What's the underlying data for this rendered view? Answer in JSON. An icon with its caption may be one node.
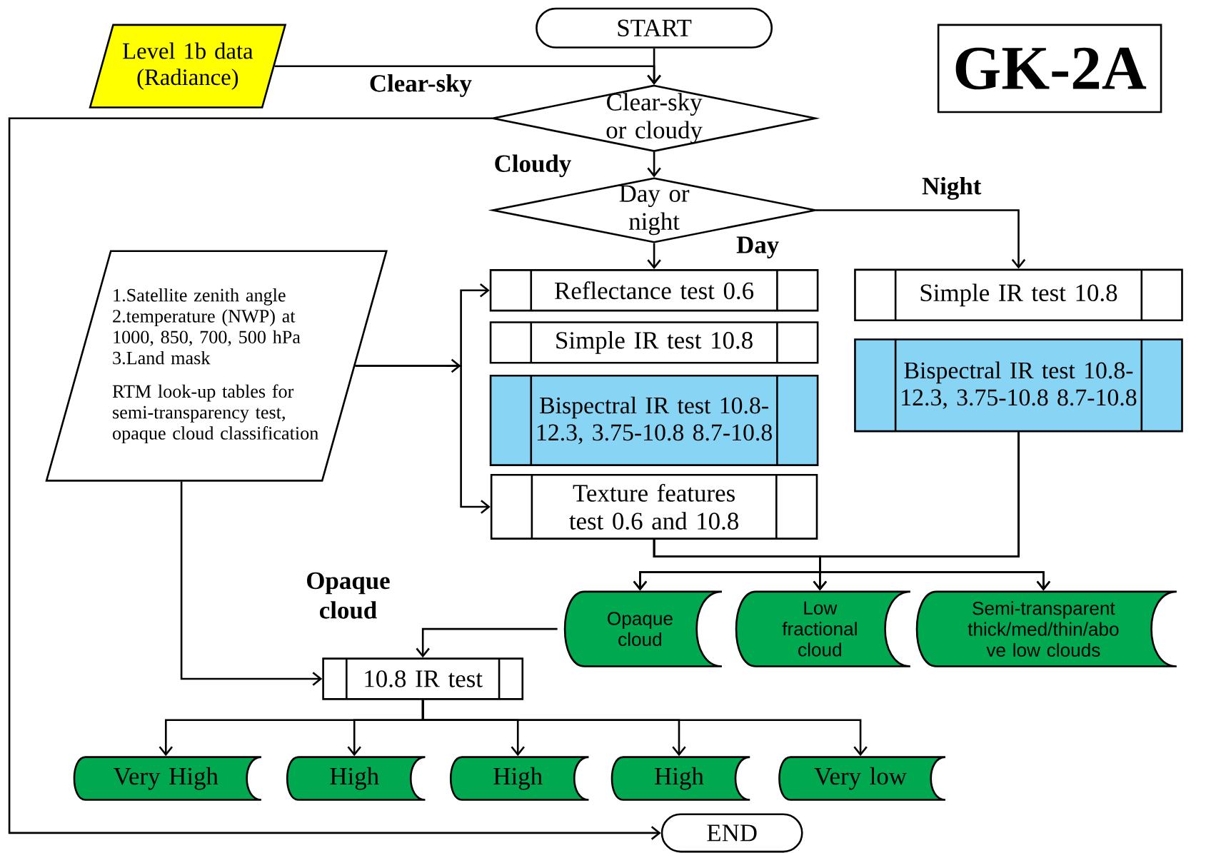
{
  "diagram": {
    "nodes": [
      {
        "text": [
          "START"
        ]
      },
      {
        "text": [
          "Level 1b data (Radiance)"
        ]
      },
      {
        "text": [
          "GK-2A"
        ]
      },
      {
        "text": [
          "Clear-sky or cloudy"
        ]
      },
      {
        "text": [
          "Day or night"
        ]
      },
      {
        "text": [
          "1.Satellite zenith angle 2.temperature (NWP) at 1000, 850, 700, 500 hPa 3.Land mask",
          "RTM look-up tables for semi-transparency test, opaque cloud classification"
        ]
      },
      {
        "text": [
          "Reflectance test 0.6"
        ]
      },
      {
        "text": [
          "Simple IR test 10.8"
        ]
      },
      {
        "text": [
          "Bispectral IR test 10.8-12.3, 3.75-10.8 8.7-10.8"
        ]
      },
      {
        "text": [
          "Texture features test 0.6 and 10.8"
        ]
      },
      {
        "text": [
          "Simple IR test 10.8"
        ]
      },
      {
        "text": [
          "Bispectral IR test 10.8-12.3, 3.75-10.8 8.7-10.8"
        ]
      },
      {
        "text": [
          "Opaque cloud"
        ]
      },
      {
        "text": [
          "Low fractional cloud"
        ]
      },
      {
        "text": [
          "Semi-transparent thick/med/thin/abo ve low clouds"
        ]
      },
      {
        "text": [
          "10.8 IR test"
        ]
      },
      {
        "text": [
          "Very High"
        ]
      },
      {
        "text": [
          "High"
        ]
      },
      {
        "text": [
          "High"
        ]
      },
      {
        "text": [
          "High"
        ]
      },
      {
        "text": [
          "Very low"
        ]
      },
      {
        "text": [
          "END"
        ]
      }
    ],
    "edges": [
      {
        "from": 0,
        "to": 3,
        "arrow": "to"
      },
      {
        "from": 1,
        "to": 3,
        "arrow": "to"
      },
      {
        "from": 3,
        "to": 21,
        "arrow": "to",
        "label": "Clear-sky"
      },
      {
        "from": 3,
        "to": 4,
        "arrow": "to",
        "label": "Cloudy"
      },
      {
        "from": 4,
        "to": 6,
        "arrow": "to",
        "label": "Day"
      },
      {
        "from": 4,
        "to": 10,
        "arrow": "to",
        "label": "Night"
      },
      {
        "from": 5,
        "to": 6,
        "arrow": "to"
      },
      {
        "from": 5,
        "to": 9,
        "arrow": "to"
      },
      {
        "from": 5,
        "to": 15,
        "arrow": "to"
      },
      {
        "from": 9,
        "to": 12,
        "arrow": "to"
      },
      {
        "from": 9,
        "to": 13,
        "arrow": "to"
      },
      {
        "from": 9,
        "to": 14,
        "arrow": "to"
      },
      {
        "from": 11,
        "to": 12,
        "arrow": "to"
      },
      {
        "from": 11,
        "to": 13,
        "arrow": "to"
      },
      {
        "from": 11,
        "to": 14,
        "arrow": "to"
      },
      {
        "from": 12,
        "to": 15,
        "arrow": "to",
        "label": "Opaque cloud"
      },
      {
        "from": 15,
        "to": 16,
        "arrow": "to"
      },
      {
        "from": 15,
        "to": 17,
        "arrow": "to"
      },
      {
        "from": 15,
        "to": 18,
        "arrow": "to"
      },
      {
        "from": 15,
        "to": 19,
        "arrow": "to"
      },
      {
        "from": 15,
        "to": 20,
        "arrow": "to"
      }
    ]
  }
}
